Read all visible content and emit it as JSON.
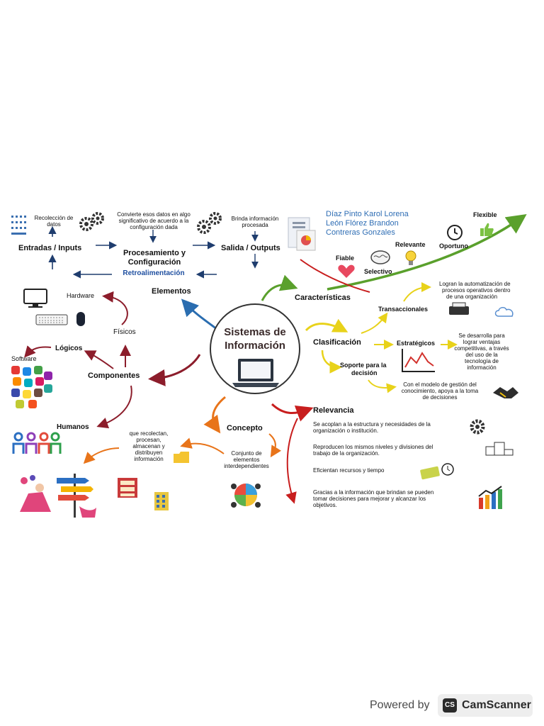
{
  "center": {
    "line1": "Sistemas de",
    "line2": "Información"
  },
  "flow": {
    "entradas": "Entradas / Inputs",
    "entradas_note": [
      "Recolección de",
      "datos"
    ],
    "proc_line1": "Procesamiento y",
    "proc_line2": "Configuración",
    "proc_note": [
      "Convierte esos datos en algo",
      "significativo de acuerdo a la",
      "configuración dada"
    ],
    "salida": "Salida / Outputs",
    "salida_note": [
      "Brinda información",
      "procesada"
    ],
    "retro": "Retroalimentación"
  },
  "authors": [
    "Díaz Pinto Karol Lorena",
    "León Flórez Brandon",
    "Contreras Gonzales"
  ],
  "caracteristicas": {
    "label": "Características",
    "items": [
      "Flexible",
      "Relevante",
      "Oportuno",
      "Fiable",
      "Selectivo"
    ]
  },
  "clasificacion": {
    "label": "Clasificación",
    "transaccionales": "Transaccionales",
    "transaccionales_note": [
      "Logran la automatización de",
      "procesos operativos dentro",
      "de una organización"
    ],
    "estrategicos": "Estratégicos",
    "estrategicos_note": [
      "Se desarrolla para",
      "lograr ventajas",
      "competitivas, a través",
      "del uso de la",
      "tecnología de",
      "información"
    ],
    "soporte_line1": "Soporte para la",
    "soporte_line2": "decisión",
    "soporte_note": [
      "Con el modelo de gestión del",
      "conocimiento, apoya a la toma",
      "de decisiones"
    ]
  },
  "relevancia": {
    "label": "Relevancia",
    "items": [
      [
        "Se acoplan a la estructura y necesidades de la",
        "organización o institución."
      ],
      [
        "Reproducen los mismos niveles y divisiones del",
        "trabajo de la organización."
      ],
      [
        "Eficientan recursos y tiempo"
      ],
      [
        "Gracias a la información que brindan se pueden",
        "tomar decisiones para mejorar y alcanzar los",
        "objetivos."
      ]
    ]
  },
  "concepto": {
    "label": "Concepto",
    "note": [
      "Conjunto de",
      "elementos",
      "interdependientes"
    ]
  },
  "elementos": {
    "label": "Elementos"
  },
  "componentes": {
    "label": "Componentes",
    "fisicos": "Físicos",
    "logicos": "Lógicos",
    "hardware": "Hardware",
    "software": "Software",
    "humanos": "Humanos",
    "humanos_note": [
      "que recolectan,",
      "procesan,",
      "almacenan y",
      "distribuyen",
      "información"
    ]
  },
  "footer": {
    "powered": "Powered by",
    "brand": "CamScanner",
    "logo": "CS"
  },
  "colors": {
    "navy": "#1f3d6e",
    "retro_blue": "#1f4fa0",
    "authors_blue": "#2e6db4",
    "green": "#5aa02c",
    "yellow": "#e8d21a",
    "red": "#c81e1e",
    "dark_red": "#8c1d2b",
    "orange": "#e8741a",
    "blue_arrow": "#2a6db0"
  }
}
